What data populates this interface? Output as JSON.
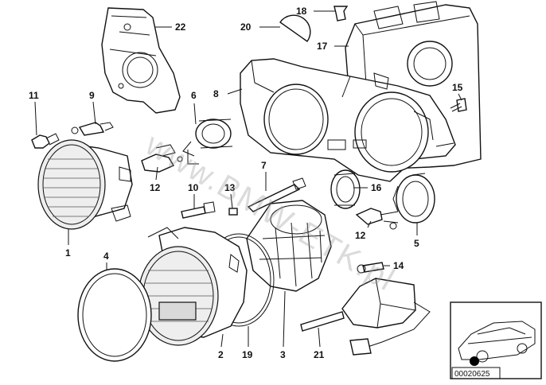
{
  "watermark": "www.BMW-ETK.pl",
  "reference_number": "00020625",
  "callouts": {
    "c1": "1",
    "c2": "2",
    "c3": "3",
    "c4": "4",
    "c5": "5",
    "c6": "6",
    "c7": "7",
    "c8": "8",
    "c9": "9",
    "c10": "10",
    "c11": "11",
    "c12a": "12",
    "c12b": "12",
    "c13": "13",
    "c14": "14",
    "c15": "15",
    "c16": "16",
    "c17": "17",
    "c18": "18",
    "c19": "19",
    "c20": "20",
    "c21": "21",
    "c22": "22"
  }
}
